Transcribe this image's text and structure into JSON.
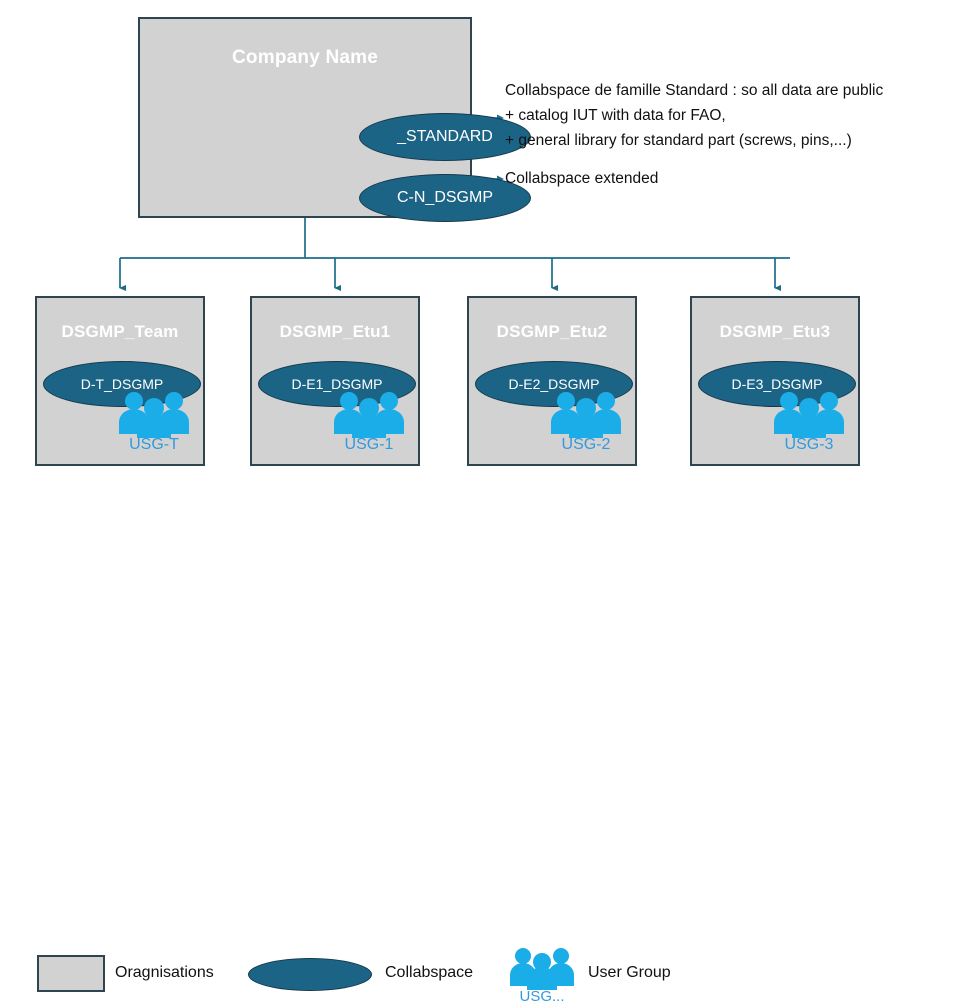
{
  "colors": {
    "org_fill": "#d2d2d2",
    "org_border": "#2e4450",
    "collabspace_fill": "#1c6486",
    "collabspace_border": "#16384a",
    "connector": "#1d6c8c",
    "usergroup_icon": "#1badE8",
    "usergroup_label": "#3399dd",
    "title_text": "#ffffff",
    "note_text": "#111111",
    "background": "#ffffff"
  },
  "company": {
    "title": "Company Name",
    "collabspaces": [
      {
        "label": "_STANDARD",
        "icon": "ellipse-icon"
      },
      {
        "label": "C-N_DSGMP",
        "icon": "ellipse-icon"
      }
    ]
  },
  "notes": [
    {
      "id": "standard",
      "lines": [
        "Collabspace de famille Standard : so all data are public",
        "+ catalog IUT with data for FAO,",
        "+ general library for standard part (screws, pins,...)"
      ]
    },
    {
      "id": "extended",
      "lines": [
        "Collabspace extended"
      ]
    }
  ],
  "departments": [
    {
      "title": "DSGMP_Team",
      "collabspace": "D-T_DSGMP",
      "usergroup": "USG-T"
    },
    {
      "title": "DSGMP_Etu1",
      "collabspace": "D-E1_DSGMP",
      "usergroup": "USG-1"
    },
    {
      "title": "DSGMP_Etu2",
      "collabspace": "D-E2_DSGMP",
      "usergroup": "USG-2"
    },
    {
      "title": "DSGMP_Etu3",
      "collabspace": "D-E3_DSGMP",
      "usergroup": "USG-3"
    }
  ],
  "legend": {
    "organisations_label": "Oragnisations",
    "collabspace_label": "Collabspace",
    "usergroup_label": "User Group",
    "usergroup_sublabel": "USG..."
  }
}
